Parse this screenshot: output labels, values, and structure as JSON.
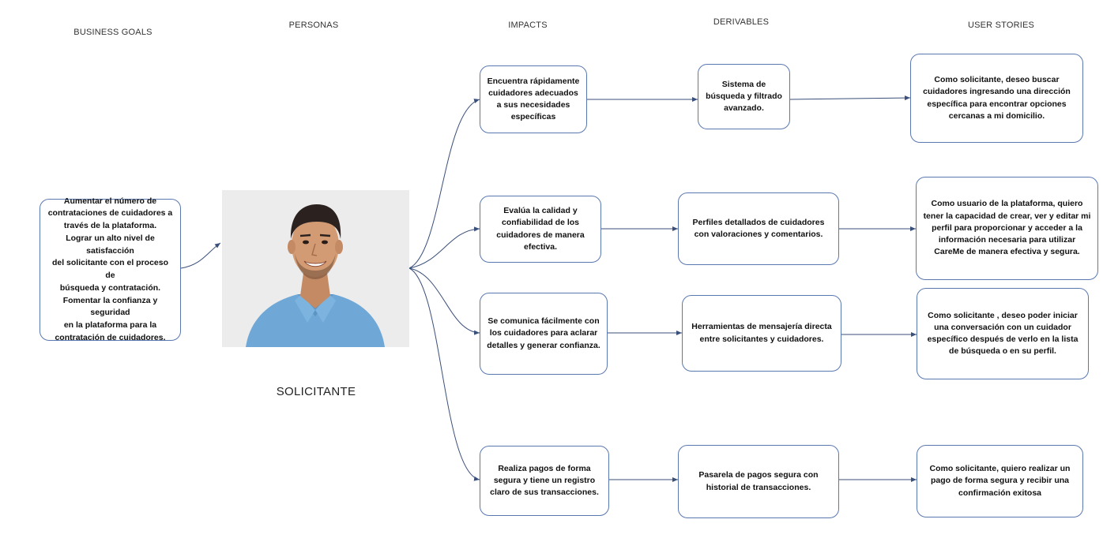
{
  "headers": {
    "business_goals": "BUSINESS GOALS",
    "personas": "PERSONAS",
    "impacts": "IMPACTS",
    "derivables": "DERIVABLES",
    "user_stories": "USER STORIES"
  },
  "business_goal": {
    "lines": [
      "Aumentar el número de",
      "contrataciones de cuidadores a",
      "través de la plataforma.",
      "Lograr un alto nivel de satisfacción",
      "del solicitante con el proceso de",
      "búsqueda y contratación.",
      "Fomentar la confianza y seguridad",
      "en la plataforma para la",
      "contratación de cuidadores."
    ]
  },
  "persona": {
    "name": "SOLICITANTE"
  },
  "impacts": [
    "Encuentra rápidamente cuidadores adecuados a sus necesidades específicas",
    "Evalúa la calidad y confiabilidad de los cuidadores de manera efectiva.",
    "Se comunica fácilmente con los cuidadores para aclarar detalles y generar confianza.",
    "Realiza pagos de forma segura y tiene un registro claro de sus transacciones."
  ],
  "derivables": [
    "Sistema de búsqueda y filtrado avanzado.",
    "Perfiles detallados de cuidadores con valoraciones y comentarios.",
    "Herramientas de mensajería directa entre solicitantes y cuidadores.",
    "Pasarela de pagos segura con historial de transacciones."
  ],
  "user_stories": [
    "Como solicitante, deseo buscar cuidadores ingresando una dirección específica para encontrar opciones cercanas a mi domicilio.",
    "Como usuario de la plataforma, quiero tener la capacidad de crear, ver y editar mi perfil para proporcionar y acceder a la información necesaria para utilizar CareMe de manera efectiva y segura.",
    "Como solicitante , deseo poder iniciar una conversación con un cuidador específico después de verlo en la lista de búsqueda o en su perfil.",
    "Como solicitante, quiero realizar un pago de forma segura y recibir una confirmación exitosa"
  ],
  "colors": {
    "box_border": "#5a78b0",
    "connector": "#3a4f7a",
    "shirt": "#6fa8d6"
  }
}
